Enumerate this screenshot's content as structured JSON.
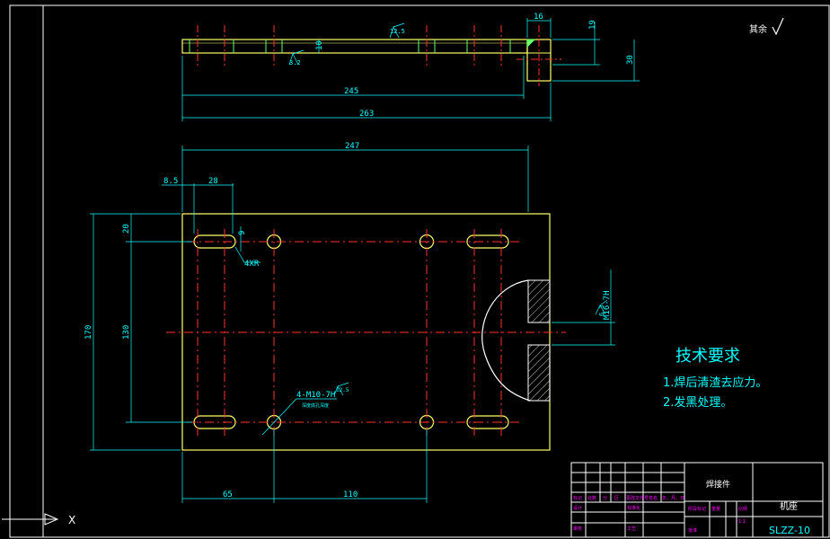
{
  "drawing": {
    "colors": {
      "outline": "#ffff66",
      "centerline": "#ff3030",
      "dimension": "#00ffff",
      "frame": "#ffffff",
      "green": "#66ff66",
      "magenta": "#ff55ff",
      "background": "#000000"
    },
    "top_view": {
      "dim_16": "16",
      "dim_19": "19",
      "dim_30": "30",
      "dim_10": "10",
      "dim_245": "245",
      "dim_263": "263",
      "rough_val_a": "12.5",
      "rough_val_b": "3.2"
    },
    "plan_view": {
      "dim_247": "247",
      "dim_8_5": "8.5",
      "dim_28": "28",
      "dim_20": "20",
      "dim_9": "9",
      "dim_170": "170",
      "dim_130": "130",
      "dim_65": "65",
      "dim_110": "110",
      "slot_note": "4XR",
      "thread_note": "4-M10-7H",
      "thread_sub": "深度底孔深度",
      "rough_val": "12.5",
      "thread_m16": "M16-7H",
      "rough_m16": "6.3"
    },
    "surface_note": "其余",
    "tech_title": "技术要求",
    "tech_items": [
      "1.焊后清渣去应力。",
      "2.发黑处理。"
    ],
    "title_block": {
      "part_type": "焊接件",
      "part_name": "机座",
      "drawing_no": "SLZZ-10",
      "scale": "1:1",
      "small_labels": [
        "标记",
        "处数",
        "分",
        "区",
        "更改文件号",
        "签名",
        "年、月、日",
        "设计",
        "标准化",
        "阶段标记",
        "重量",
        "比例",
        "审核",
        "工艺",
        "批准"
      ]
    },
    "axis_label": "X"
  }
}
